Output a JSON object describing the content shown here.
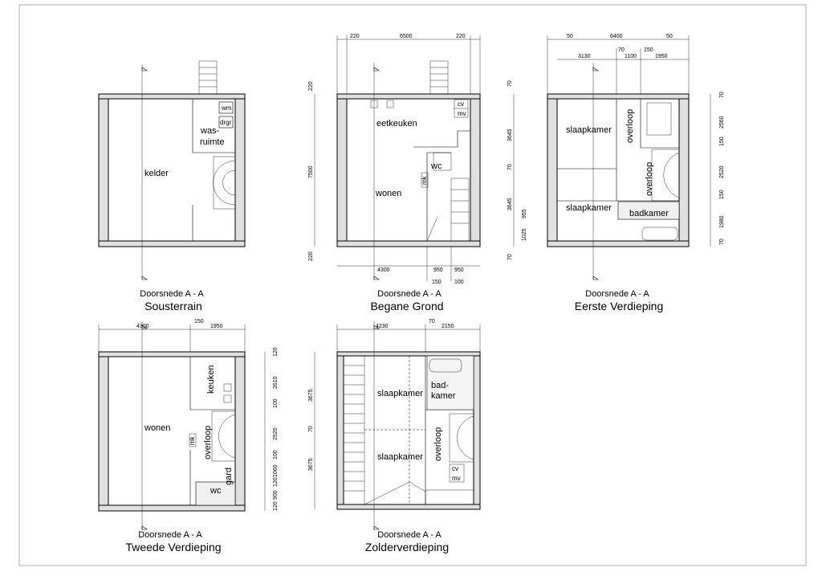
{
  "section_label": "Doorsnede A - A",
  "plans": {
    "sous": {
      "title": "Sousterrain",
      "rooms": {
        "kelder": "kelder",
        "was1": "was-",
        "was2": "ruimte"
      },
      "tags": {
        "wm": "wm",
        "drgr": "drgr"
      }
    },
    "begane": {
      "title": "Begane Grond",
      "rooms": {
        "eetkeuken": "eetkeuken",
        "wonen": "wonen",
        "wc": "wc"
      },
      "tags": {
        "cv": "cv",
        "mv": "mv",
        "mk": "mk"
      },
      "dims": {
        "top": [
          "220",
          "6500",
          "220"
        ],
        "bottom": [
          "4300",
          "950",
          "950"
        ],
        "bottom2": [
          "150",
          "100"
        ],
        "left": [
          "220",
          "7500",
          "220"
        ]
      }
    },
    "eerste": {
      "title": "Eerste Verdieping",
      "rooms": {
        "slaap1": "slaapkamer",
        "slaap2": "slaapkamer",
        "overloop1": "overloop",
        "overloop2": "overloop",
        "badkamer": "badkamer"
      },
      "dims": {
        "top": [
          "50",
          "6400",
          "50"
        ],
        "top2": [
          "3130",
          "70",
          "1100",
          "150",
          "1950"
        ],
        "left": [
          "70",
          "3645",
          "70",
          "3645",
          "955",
          "1025",
          "70"
        ],
        "right": [
          "70",
          "2560",
          "150",
          "2520",
          "150",
          "1980",
          "70"
        ]
      }
    },
    "tweede": {
      "title": "Tweede Verdieping",
      "rooms": {
        "wonen": "wonen",
        "keuken": "keuken",
        "overloop": "overloop",
        "gard": "gard",
        "wc": "wc"
      },
      "tags": {
        "mk": "mk"
      },
      "dims": {
        "top": [
          "4300",
          "150",
          "1950"
        ],
        "right": [
          "120",
          "2610",
          "100",
          "2520",
          "100",
          "1060",
          "120",
          "900",
          "120"
        ]
      }
    },
    "zolder": {
      "title": "Zolderverdieping",
      "rooms": {
        "slaap1": "slaapkamer",
        "slaap2": "slaapkamer",
        "bad1": "bad-",
        "bad2": "kamer",
        "overloop": "overloop"
      },
      "tags": {
        "cv": "cv",
        "mv": "mv"
      },
      "dims": {
        "top": [
          "4230",
          "70",
          "2150"
        ],
        "left": [
          "3675",
          "70",
          "3675"
        ]
      }
    }
  }
}
